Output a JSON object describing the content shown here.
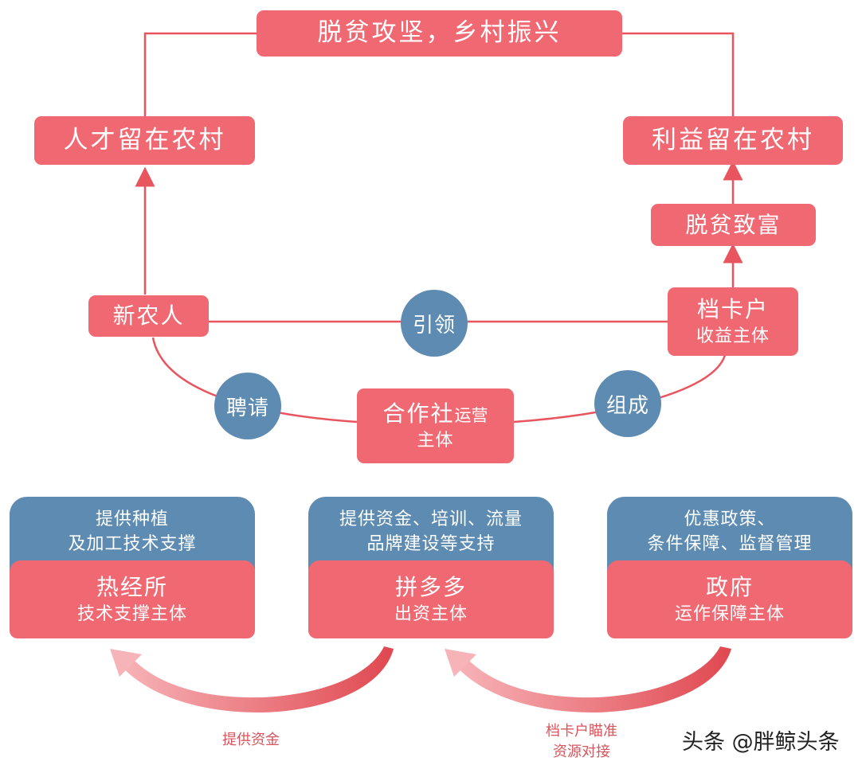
{
  "title": "脱贫攻坚，乡村振兴",
  "nodes": {
    "talent": "人才留在农村",
    "benefit": "利益留在农村",
    "rich": "脱贫致富",
    "newfarmer": "新农人",
    "household_title": "档卡户",
    "household_sub": "收益主体",
    "coop_title": "合作社",
    "coop_suffix": "运营",
    "coop_sub": "主体"
  },
  "links": {
    "lead": "引领",
    "hire": "聘请",
    "form": "组成"
  },
  "cards": [
    {
      "top_lines": [
        "提供种植",
        "及加工技术支撑"
      ],
      "name": "热经所",
      "role": "技术支撑主体"
    },
    {
      "top_lines": [
        "提供资金、培训、流量",
        "品牌建设等支持"
      ],
      "name": "拼多多",
      "role": "出资主体"
    },
    {
      "top_lines": [
        "优惠政策、",
        "条件保障、监督管理"
      ],
      "name": "政府",
      "role": "运作保障主体"
    }
  ],
  "notes": {
    "funding": "提供资金",
    "matching_line1": "档卡户瞄准",
    "matching_line2": "资源对接"
  },
  "watermark": "头条 @胖鲸头条",
  "colors": {
    "red": "#f06872",
    "blue": "#5e8bb2",
    "line": "#e8555f",
    "arrow_dark": "#e04850",
    "arrow_light": "#f7b4b8"
  }
}
